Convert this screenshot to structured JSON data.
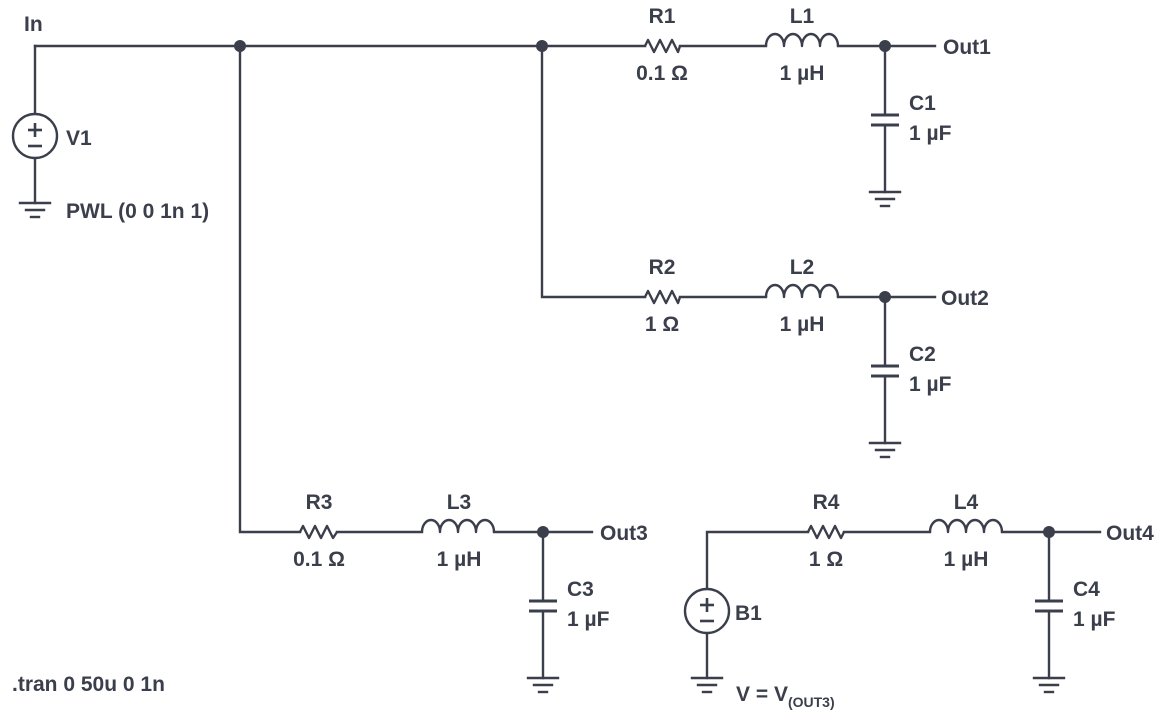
{
  "nets": {
    "input": "In",
    "out1": "Out1",
    "out2": "Out2",
    "out3": "Out3",
    "out4": "Out4"
  },
  "sources": {
    "v1": {
      "name": "V1",
      "value": "PWL (0 0 1n 1)"
    },
    "b1": {
      "name": "B1",
      "expr_prefix": "V = V",
      "expr_subscript": "(OUT3)"
    }
  },
  "resistors": {
    "r1": {
      "name": "R1",
      "value": "0.1 Ω"
    },
    "r2": {
      "name": "R2",
      "value": "1 Ω"
    },
    "r3": {
      "name": "R3",
      "value": "0.1 Ω"
    },
    "r4": {
      "name": "R4",
      "value": "1 Ω"
    }
  },
  "inductors": {
    "l1": {
      "name": "L1",
      "value": "1 µH"
    },
    "l2": {
      "name": "L2",
      "value": "1 µH"
    },
    "l3": {
      "name": "L3",
      "value": "1 µH"
    },
    "l4": {
      "name": "L4",
      "value": "1 µH"
    }
  },
  "capacitors": {
    "c1": {
      "name": "C1",
      "value": "1 µF"
    },
    "c2": {
      "name": "C2",
      "value": "1 µF"
    },
    "c3": {
      "name": "C3",
      "value": "1 µF"
    },
    "c4": {
      "name": "C4",
      "value": "1 µF"
    }
  },
  "directive": ".tran 0 50u 0 1n",
  "colors": {
    "ink": "#3a3f4b",
    "background": "#ffffff"
  }
}
